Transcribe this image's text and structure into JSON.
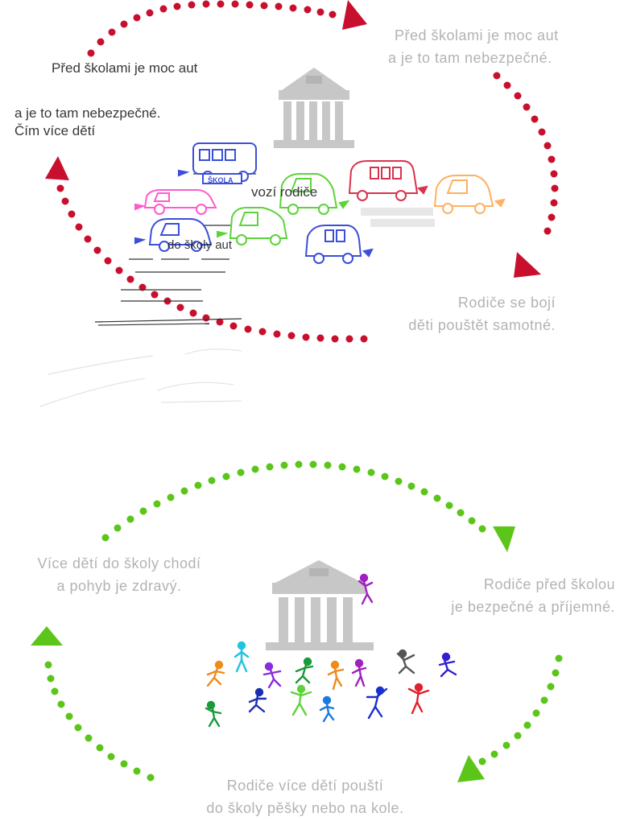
{
  "palette": {
    "red_cycle": "#c8102e",
    "green_cycle": "#5cc51a",
    "caption_gray": "#b3b3b3",
    "school_gray": "#8a8a8a",
    "car_blue": "#3b4fd8",
    "car_pink": "#ff5ad0",
    "car_green": "#5dd33a",
    "car_red": "#d9334e",
    "car_orange": "#ffb060"
  },
  "top_cycle": {
    "overlay_text": {
      "line1": "Před školami je moc aut",
      "line2": "a je to tam nebezpečné.",
      "line3": "Čím více dětí",
      "line4": "vozí rodiče",
      "line5": "do školy aut"
    },
    "sign_label": "ŠKOLA",
    "captions": {
      "top_right": [
        "Před školami je moc aut",
        "a je to tam nebezpečné."
      ],
      "right": [
        "Rodiče se bojí",
        "děti pouštět samotné."
      ]
    },
    "icons": [
      "school-building-icon",
      "bus-icon",
      "car-icon"
    ]
  },
  "bottom_cycle": {
    "captions": {
      "left": [
        "Více dětí do školy chodí",
        "a pohyb je zdravý."
      ],
      "right": [
        "Rodiče před školou",
        "je bezpečné a příjemné."
      ],
      "bottom": [
        "Rodiče více dětí pouští",
        "do školy pěšky nebo na kole."
      ]
    },
    "icons": [
      "school-building-icon",
      "child-figure-icon"
    ]
  }
}
